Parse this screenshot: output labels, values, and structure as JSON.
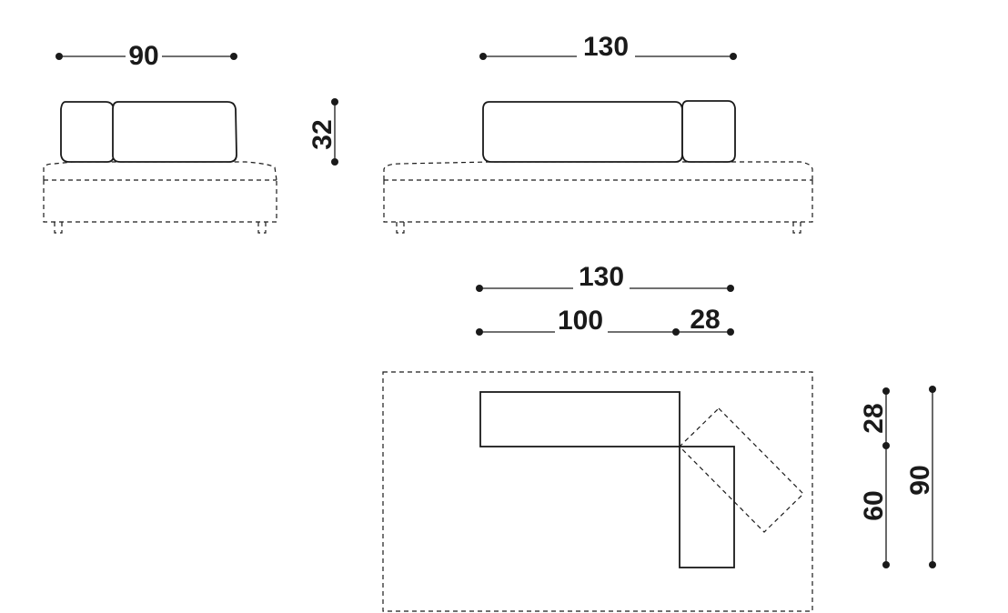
{
  "dimensions": {
    "left_width": "90",
    "right_width": "130",
    "height": "32",
    "plan_total_width": "130",
    "plan_segment_long": "100",
    "plan_segment_short": "28",
    "plan_depth_cushion": "28",
    "plan_depth_seat": "60",
    "plan_depth_total": "90"
  },
  "colors": {
    "line": "#1a1a1a",
    "background": "#ffffff"
  }
}
